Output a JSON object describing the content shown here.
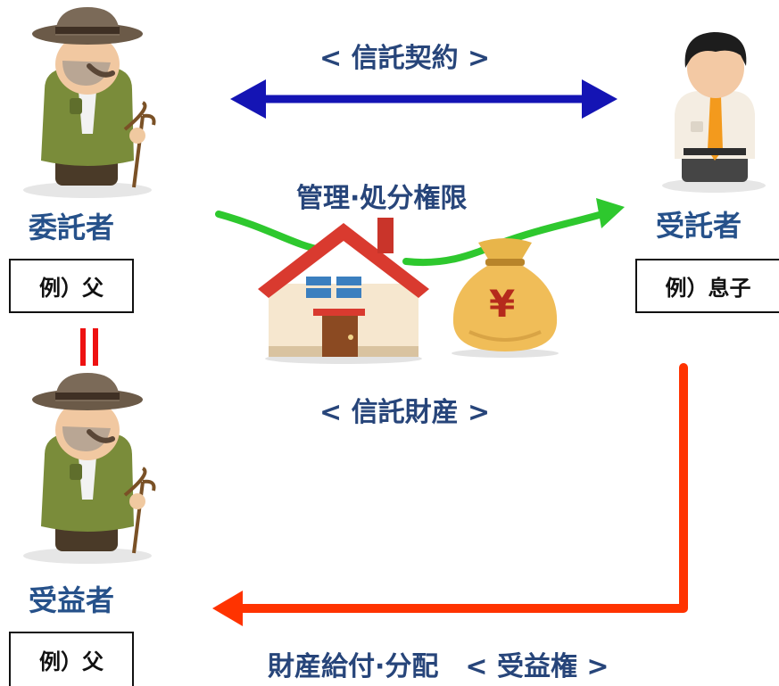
{
  "diagram": {
    "contract_label": "< 信託契約 >",
    "rights_label": "管理·処分権限",
    "property_label": "< 信託財産 >",
    "benefit_label": "財産給付·分配　< 受益権 >",
    "settlor": {
      "role": "委託者",
      "example": "例）父"
    },
    "trustee": {
      "role": "受託者",
      "example": "例）息子"
    },
    "beneficiary": {
      "role": "受益者",
      "example": "例）父"
    },
    "equals_mark": "＝",
    "yen_symbol": "¥",
    "colors": {
      "contract_arrow": "#1414b4",
      "rights_arrow": "#2ec82e",
      "benefit_arrow": "#ff3300",
      "equals": "#ee1111",
      "role_text": "#26518a"
    }
  }
}
